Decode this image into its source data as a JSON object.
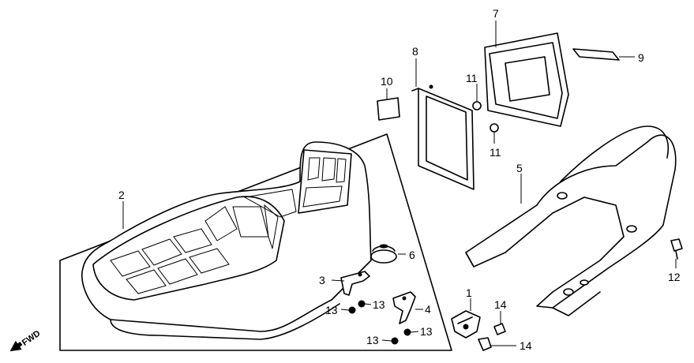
{
  "diagram": {
    "fwd_label": "FWD",
    "callouts": [
      {
        "id": "c1",
        "text": "1"
      },
      {
        "id": "c2",
        "text": "2"
      },
      {
        "id": "c3",
        "text": "3"
      },
      {
        "id": "c4",
        "text": "4"
      },
      {
        "id": "c5",
        "text": "5"
      },
      {
        "id": "c6",
        "text": "6"
      },
      {
        "id": "c7",
        "text": "7"
      },
      {
        "id": "c8",
        "text": "8"
      },
      {
        "id": "c9",
        "text": "9"
      },
      {
        "id": "c10",
        "text": "10"
      },
      {
        "id": "c11a",
        "text": "11"
      },
      {
        "id": "c11b",
        "text": "11"
      },
      {
        "id": "c12",
        "text": "12"
      },
      {
        "id": "c13a",
        "text": "13"
      },
      {
        "id": "c13b",
        "text": "13"
      },
      {
        "id": "c13c",
        "text": "13"
      },
      {
        "id": "c13d",
        "text": "13"
      },
      {
        "id": "c14a",
        "text": "14"
      },
      {
        "id": "c14b",
        "text": "14"
      }
    ]
  }
}
